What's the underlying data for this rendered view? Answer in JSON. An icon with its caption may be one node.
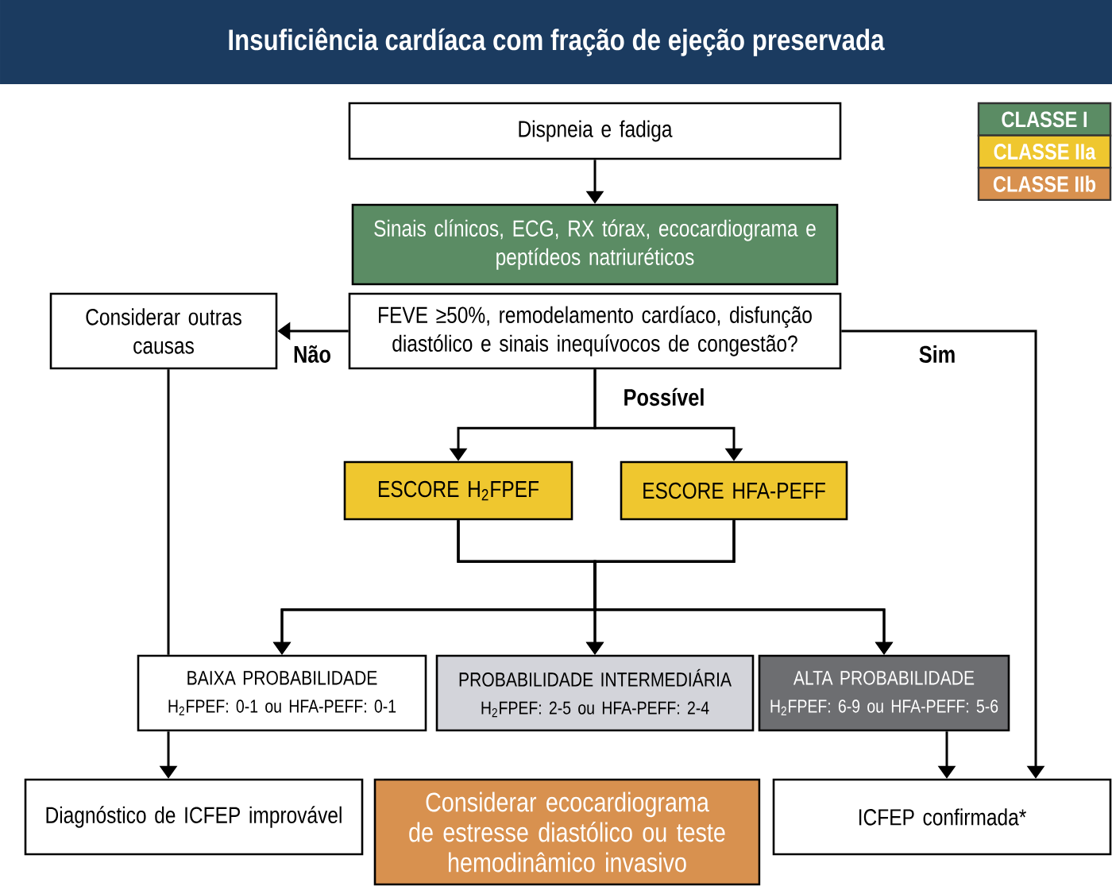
{
  "diagram": {
    "title": "Insuficiência cardíaca com fração de ejeção preservada",
    "nodes": [
      {
        "text": [
          "Dispneia e fadiga"
        ]
      },
      {
        "text": [
          "Sinais clínicos, ECG, RX tórax, ecocardiograma e peptídeos natriuréticos"
        ]
      },
      {
        "text": [
          "Considerar outras causas"
        ]
      },
      {
        "text": [
          "FEVE ≥50%, remodelamento cardíaco, disfunção diastólico e sinais inequívocos de congestão?"
        ]
      },
      {
        "text": [
          "ESCORE H$_{2}$FPEF"
        ]
      },
      {
        "text": [
          "ESCORE HFA-PEFF"
        ]
      },
      {
        "text": [
          "BAIXA PROBABILIDADE",
          "H$_{2}$FPEF: 0-1 ou HFA-PEFF: 0-1"
        ]
      },
      {
        "text": [
          "PROBABILIDADE INTERMEDIÁRIA",
          "H$_{2}$FPEF: 2-5 ou HFA-PEFF: 2-4"
        ]
      },
      {
        "text": [
          "ALTA PROBABILIDADE",
          "H$_{2}$FPEF: 6-9 ou HFA-PEFF: 5-6"
        ]
      },
      {
        "text": [
          "Diagnóstico de ICFEP improvável"
        ]
      },
      {
        "text": [
          "Considerar ecocardiograma de estresse diastólico ou teste hemodinâmico invasivo"
        ]
      },
      {
        "text": [
          "ICFEP confirmada*"
        ]
      }
    ],
    "edges": [
      {
        "from": 0,
        "to": 1,
        "arrow": "to"
      },
      {
        "from": 3,
        "to": 2,
        "arrow": "to",
        "label": "Não"
      },
      {
        "from": 3,
        "to": 11,
        "arrow": "to",
        "label": "Sim"
      },
      {
        "from": 3,
        "to": 4,
        "arrow": "to",
        "label": "Possível"
      },
      {
        "from": 3,
        "to": 5,
        "arrow": "to"
      },
      {
        "from": 4,
        "to": 6,
        "arrow": "to"
      },
      {
        "from": 4,
        "to": 7,
        "arrow": "to"
      },
      {
        "from": 4,
        "to": 8,
        "arrow": "to"
      },
      {
        "from": 5,
        "to": 6,
        "arrow": "to"
      },
      {
        "from": 5,
        "to": 7,
        "arrow": "to"
      },
      {
        "from": 5,
        "to": 8,
        "arrow": "to"
      },
      {
        "from": 2,
        "to": 6,
        "arrow": "none"
      },
      {
        "from": 6,
        "to": 9,
        "arrow": "to"
      },
      {
        "from": 8,
        "to": 11,
        "arrow": "to"
      }
    ],
    "legend": [
      {
        "text": "CLASSE I",
        "color": "#5b8c64"
      },
      {
        "text": "CLASSE IIa",
        "color": "#efc72f"
      },
      {
        "text": "CLASSE IIb",
        "color": "#d8914f"
      }
    ]
  }
}
